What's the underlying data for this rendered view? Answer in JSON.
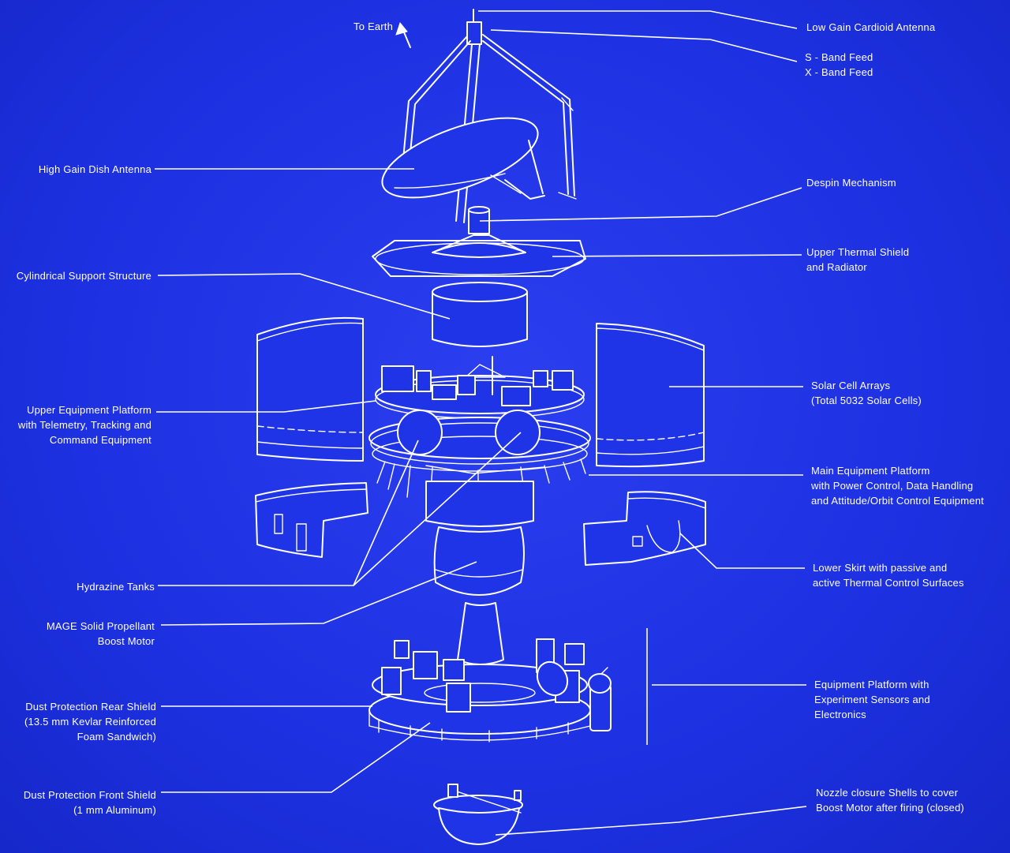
{
  "labels": {
    "to_earth": "To Earth",
    "low_gain_antenna": "Low Gain Cardioid Antenna",
    "s_band_feed": "S - Band Feed",
    "x_band_feed": "X - Band Feed",
    "high_gain_dish": "High Gain Dish Antenna",
    "despin_mechanism": "Despin Mechanism",
    "upper_thermal_shield_1": "Upper Thermal Shield",
    "upper_thermal_shield_2": "and Radiator",
    "cylindrical_support": "Cylindrical Support Structure",
    "solar_cell_arrays_1": "Solar Cell Arrays",
    "solar_cell_arrays_2": "(Total 5032 Solar Cells)",
    "upper_platform_1": "Upper Equipment Platform",
    "upper_platform_2": "with Telemetry, Tracking and",
    "upper_platform_3": "Command Equipment",
    "main_platform_1": "Main Equipment Platform",
    "main_platform_2": "with Power Control, Data Handling",
    "main_platform_3": "and Attitude/Orbit Control Equipment",
    "lower_skirt_1": "Lower Skirt with passive and",
    "lower_skirt_2": "active Thermal Control Surfaces",
    "hydrazine_tanks": "Hydrazine Tanks",
    "mage_motor_1": "MAGE Solid Propellant",
    "mage_motor_2": "Boost Motor",
    "experiment_platform_1": "Equipment Platform with",
    "experiment_platform_2": "Experiment Sensors and",
    "experiment_platform_3": "Electronics",
    "rear_shield_1": "Dust Protection Rear Shield",
    "rear_shield_2": "(13.5 mm Kevlar Reinforced",
    "rear_shield_3": "Foam Sandwich)",
    "front_shield_1": "Dust Protection Front Shield",
    "front_shield_2": "(1 mm Aluminum)",
    "nozzle_shells_1": "Nozzle closure Shells to cover",
    "nozzle_shells_2": "Boost Motor after firing (closed)"
  },
  "colors": {
    "background": "#1f34e6",
    "line": "#ffffff"
  }
}
